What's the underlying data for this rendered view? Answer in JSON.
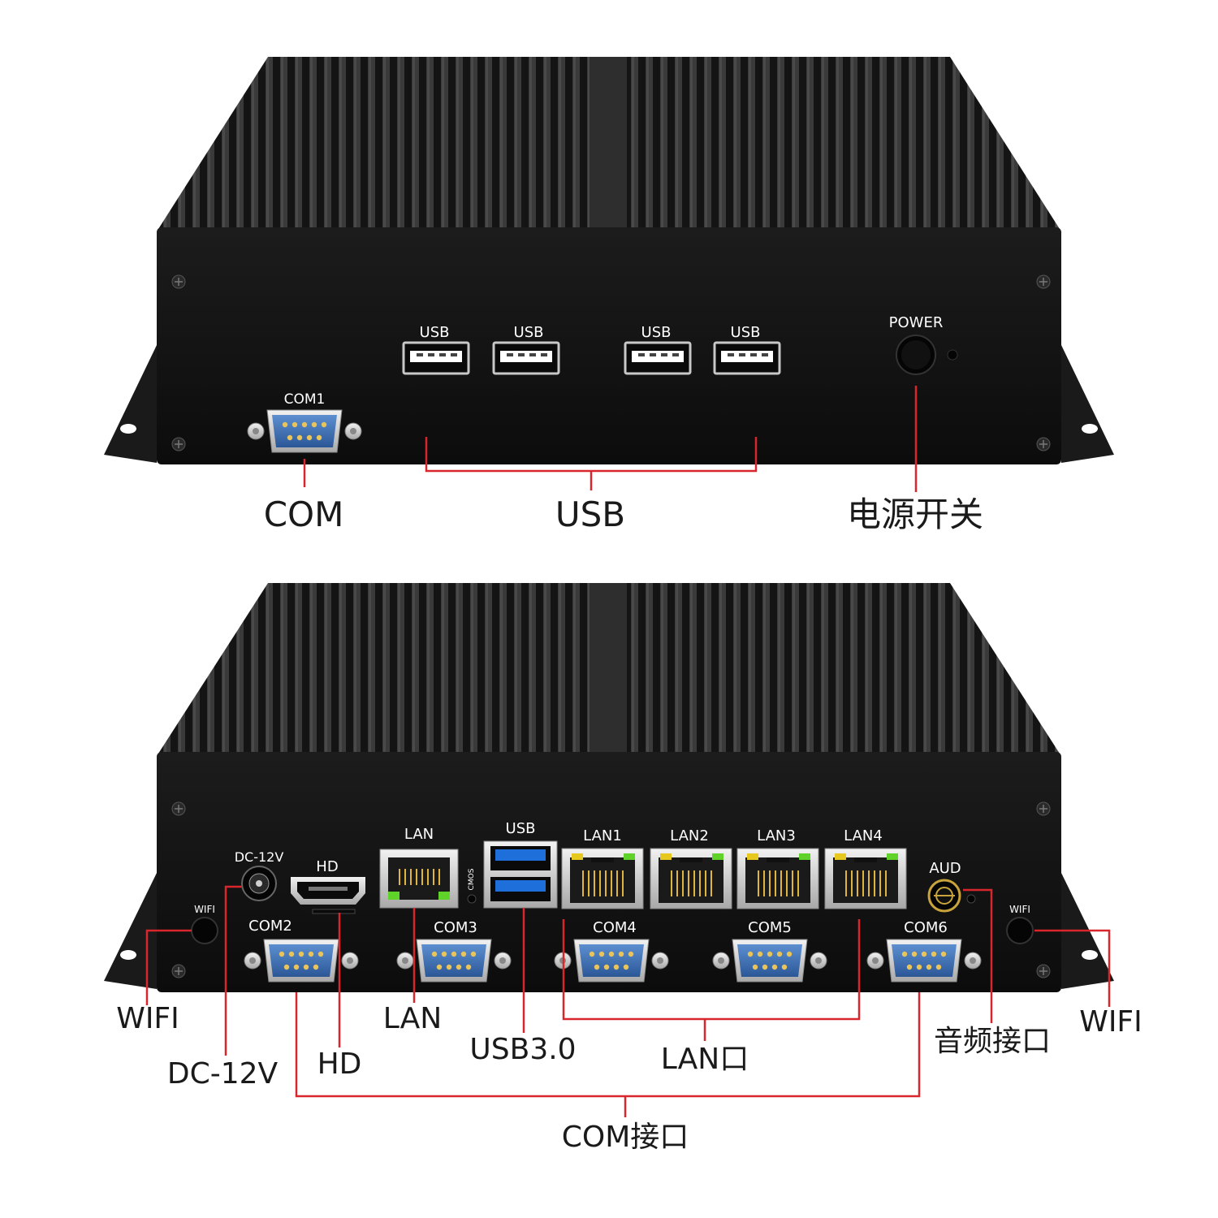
{
  "top_panel": {
    "port_labels": {
      "com1": "COM1",
      "usb_1": "USB",
      "usb_2": "USB",
      "usb_3": "USB",
      "usb_4": "USB",
      "power": "POWER"
    },
    "callouts": {
      "com": "COM",
      "usb": "USB",
      "power_switch": "电源开关"
    }
  },
  "bottom_panel": {
    "port_labels": {
      "dc": "DC-12V",
      "hd": "HD",
      "lan": "LAN",
      "cmos": "CMOS",
      "usb": "USB",
      "lan1": "LAN1",
      "lan2": "LAN2",
      "lan3": "LAN3",
      "lan4": "LAN4",
      "aud": "AUD",
      "wifi_left": "WIFI",
      "wifi_right": "WIFI",
      "com2": "COM2",
      "com3": "COM3",
      "com4": "COM4",
      "com5": "COM5",
      "com6": "COM6"
    },
    "callouts": {
      "wifi_left": "WIFI",
      "dc": "DC-12V",
      "hd": "HD",
      "lan": "LAN",
      "usb30": "USB3.0",
      "lan_ports": "LAN口",
      "audio": "音频接口",
      "wifi_right": "WIFI",
      "com_ports": "COM接口"
    }
  },
  "colors": {
    "callout_line": "#d8262c",
    "chassis": "#141414",
    "heatsink": "#262626",
    "usb3_blue": "#1e6fd9",
    "led_green": "#5fd32a",
    "led_yellow": "#e6c81e",
    "db9_blue": "#3a6fb5"
  }
}
